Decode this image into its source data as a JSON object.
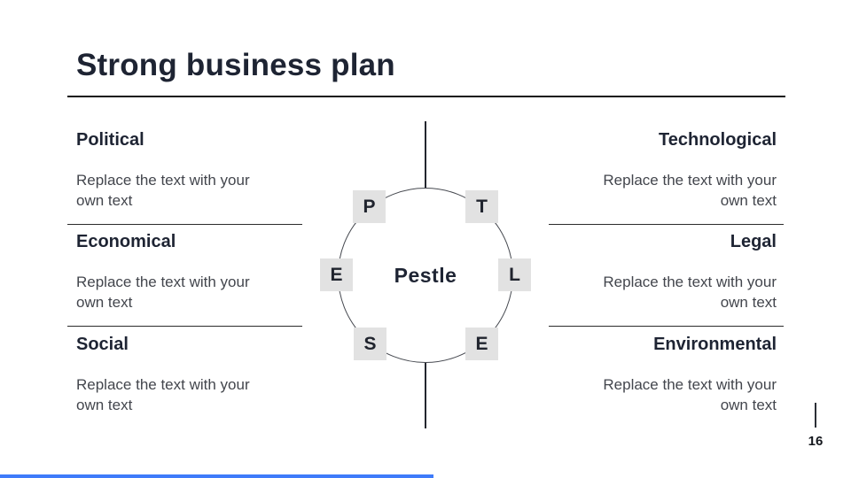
{
  "slide": {
    "title": "Strong business plan",
    "page_number": "16",
    "diagram": {
      "center_label": "Pestle",
      "badges": [
        "P",
        "T",
        "E",
        "L",
        "S",
        "E"
      ]
    },
    "left_sections": [
      {
        "heading": "Political",
        "body": "Replace the text with your own text"
      },
      {
        "heading": "Economical",
        "body": "Replace the text with your own text"
      },
      {
        "heading": "Social",
        "body": "Replace the text with your own text"
      }
    ],
    "right_sections": [
      {
        "heading": "Technological",
        "body": "Replace the text with your own text"
      },
      {
        "heading": "Legal",
        "body": "Replace the text with your own text"
      },
      {
        "heading": "Environmental",
        "body": "Replace the text with your own text"
      }
    ],
    "colors": {
      "heading_text": "#1e2433",
      "body_text": "#43464d",
      "divider_line": "#2b2b2b",
      "badge_background": "#e2e2e2",
      "accent_blue": "#3e7bfa"
    }
  }
}
